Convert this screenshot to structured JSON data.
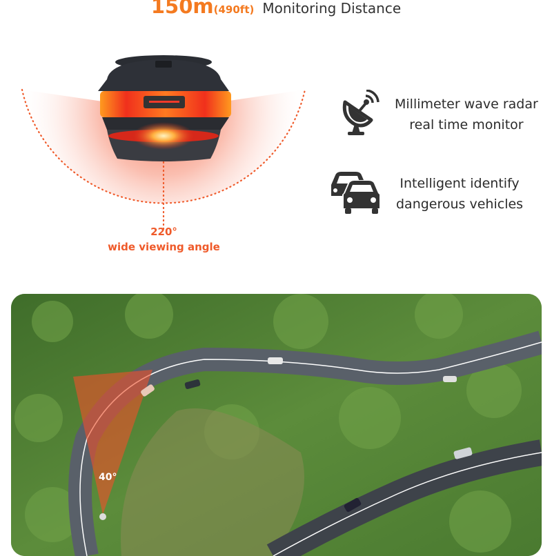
{
  "headline": {
    "distance": "150m",
    "distance_imperial": "(490ft)",
    "label": "Monitoring Distance"
  },
  "product": {
    "angle_value": "220°",
    "angle_caption": "wide viewing angle"
  },
  "features": [
    {
      "icon": "radar-dish-icon",
      "line1": "Millimeter wave radar",
      "line2": "real time monitor"
    },
    {
      "icon": "cars-icon",
      "line1": "Intelligent identify",
      "line2": "dangerous vehicles"
    }
  ],
  "scene": {
    "radar_angle": "40°"
  },
  "colors": {
    "accent": "#f47a20",
    "angle_text": "#ef5a2a",
    "text": "#2b2b2b"
  }
}
